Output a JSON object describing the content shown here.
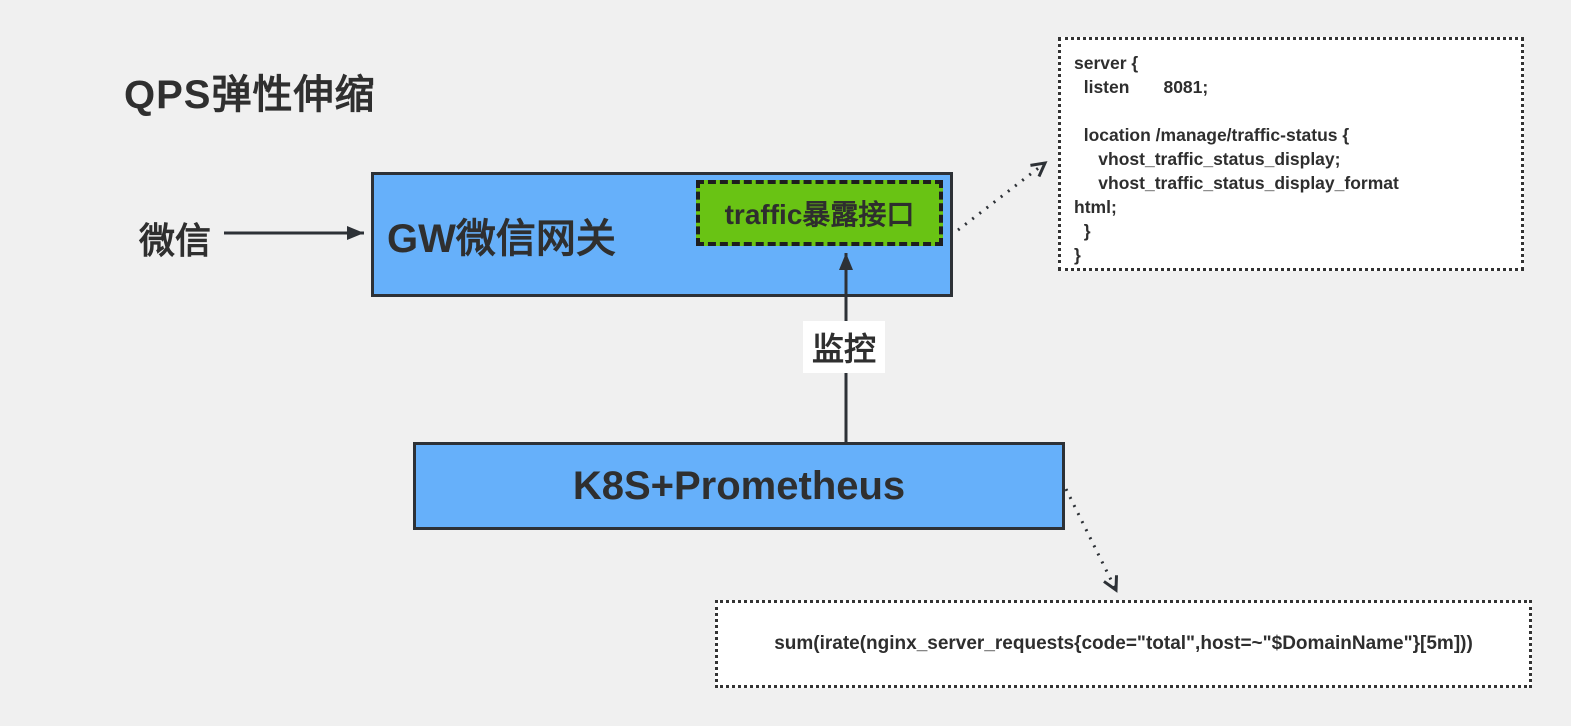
{
  "title": "QPS弹性伸缩",
  "colors": {
    "background": "#f0f0f0",
    "node_blue": "#66b0fa",
    "node_green": "#69c314",
    "border_dark": "#2d3136",
    "text": "#2f2f2f",
    "callout_background": "#ffffff"
  },
  "nodes": {
    "wechat": {
      "label": "微信"
    },
    "gateway": {
      "label": "GW微信网关"
    },
    "traffic_endpoint": {
      "label": "traffic暴露接口"
    },
    "k8s": {
      "label": "K8S+Prometheus"
    }
  },
  "edges": {
    "monitor": {
      "label": "监控"
    }
  },
  "nginx_config": {
    "lines": [
      "server {",
      "  listen       8081;",
      "",
      "  location /manage/traffic-status {",
      "     vhost_traffic_status_display;",
      "     vhost_traffic_status_display_format",
      "html;",
      "  }",
      "}"
    ]
  },
  "promql": {
    "query": "sum(irate(nginx_server_requests{code=\"total\",host=~\"$DomainName\"}[5m]))"
  }
}
